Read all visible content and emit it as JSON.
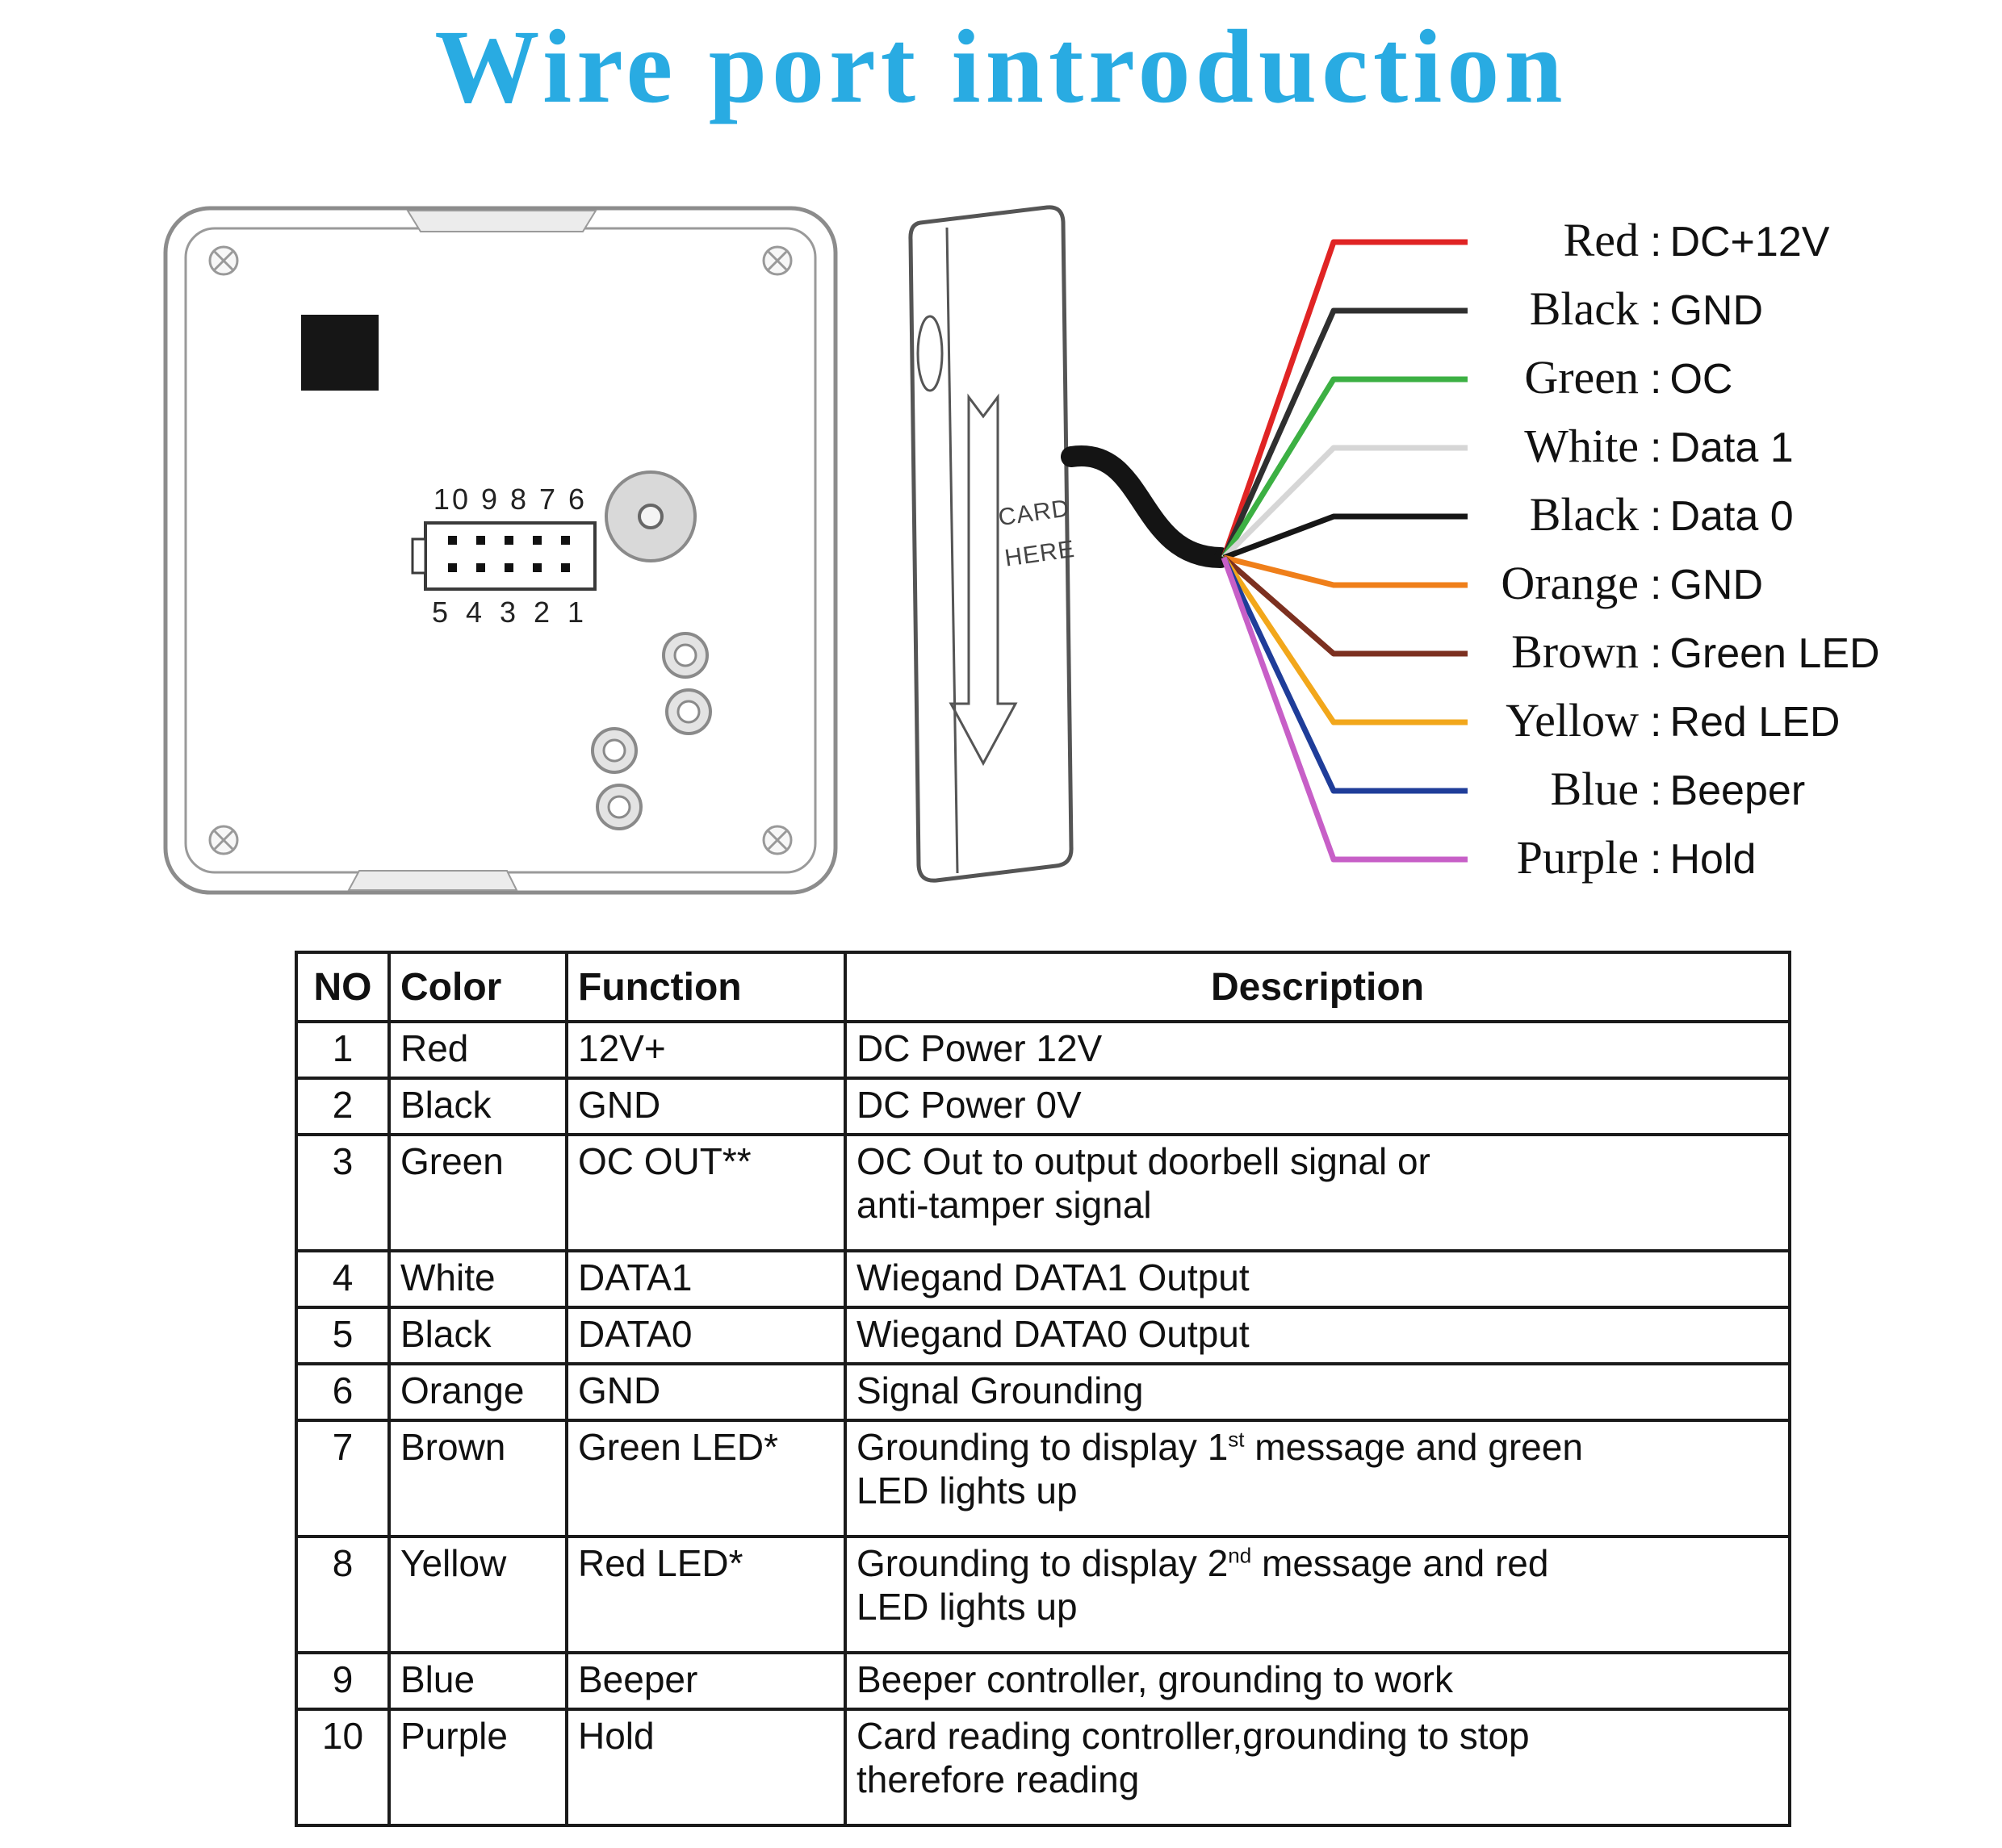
{
  "title": "Wire port introduction",
  "device": {
    "pin_labels_top": "10 9 8 7 6",
    "pin_labels_bottom": "5 4 3 2 1",
    "card_here_line1": "CARD",
    "card_here_line2": "HERE"
  },
  "wires": [
    {
      "name": "Red",
      "value": "DC+12V",
      "color": "#e02424"
    },
    {
      "name": "Black",
      "value": "GND",
      "color": "#2f2f2f"
    },
    {
      "name": "Green",
      "value": "OC",
      "color": "#3cb043"
    },
    {
      "name": "White",
      "value": "Data 1",
      "color": "#d6d6d6"
    },
    {
      "name": "Black",
      "value": "Data 0",
      "color": "#161616"
    },
    {
      "name": "Orange",
      "value": "GND",
      "color": "#ef7f1a"
    },
    {
      "name": "Brown",
      "value": "Green LED",
      "color": "#7c3020"
    },
    {
      "name": "Yellow",
      "value": "Red LED",
      "color": "#f2a71b"
    },
    {
      "name": "Blue",
      "value": "Beeper",
      "color": "#1f3d99"
    },
    {
      "name": "Purple",
      "value": "Hold",
      "color": "#c75fc7"
    }
  ],
  "table": {
    "headers": {
      "no": "NO",
      "color": "Color",
      "function": "Function",
      "description": "Description"
    },
    "rows": [
      {
        "no": "1",
        "color": "Red",
        "function": "12V+",
        "desc1": "DC Power 12V",
        "sup": "",
        "desc2": ""
      },
      {
        "no": "2",
        "color": "Black",
        "function": "GND",
        "desc1": "DC Power 0V",
        "sup": "",
        "desc2": ""
      },
      {
        "no": "3",
        "color": "Green",
        "function": "OC OUT**",
        "desc1": "OC Out to output doorbell signal or\nanti-tamper signal",
        "sup": "",
        "desc2": ""
      },
      {
        "no": "4",
        "color": "White",
        "function": "DATA1",
        "desc1": "Wiegand DATA1 Output",
        "sup": "",
        "desc2": ""
      },
      {
        "no": "5",
        "color": "Black",
        "function": "DATA0",
        "desc1": "Wiegand DATA0 Output",
        "sup": "",
        "desc2": ""
      },
      {
        "no": "6",
        "color": "Orange",
        "function": "GND",
        "desc1": "Signal Grounding",
        "sup": "",
        "desc2": ""
      },
      {
        "no": "7",
        "color": "Brown",
        "function": "Green LED*",
        "desc1": "Grounding to display 1",
        "sup": "st",
        "desc2": " message and green\nLED lights up"
      },
      {
        "no": "8",
        "color": "Yellow",
        "function": "Red LED*",
        "desc1": "Grounding to display 2",
        "sup": "nd",
        "desc2": " message and red\nLED lights up"
      },
      {
        "no": "9",
        "color": "Blue",
        "function": "Beeper",
        "desc1": "Beeper controller, grounding to work",
        "sup": "",
        "desc2": ""
      },
      {
        "no": "10",
        "color": "Purple",
        "function": "Hold",
        "desc1": "Card reading controller,grounding to stop\ntherefore reading",
        "sup": "",
        "desc2": ""
      }
    ]
  }
}
